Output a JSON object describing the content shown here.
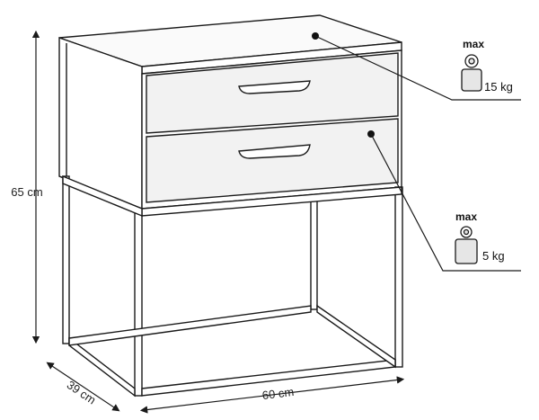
{
  "dimensions": {
    "height": "65 cm",
    "depth": "39 cm",
    "width": "60 cm"
  },
  "load_limits": {
    "top": {
      "label": "max",
      "value": "15 kg"
    },
    "drawer": {
      "label": "max",
      "value": "5 kg"
    }
  },
  "colors": {
    "line": "#1a1a1a",
    "drawer_fill": "#f2f2f2",
    "weight_fill": "#e6e6e6"
  }
}
